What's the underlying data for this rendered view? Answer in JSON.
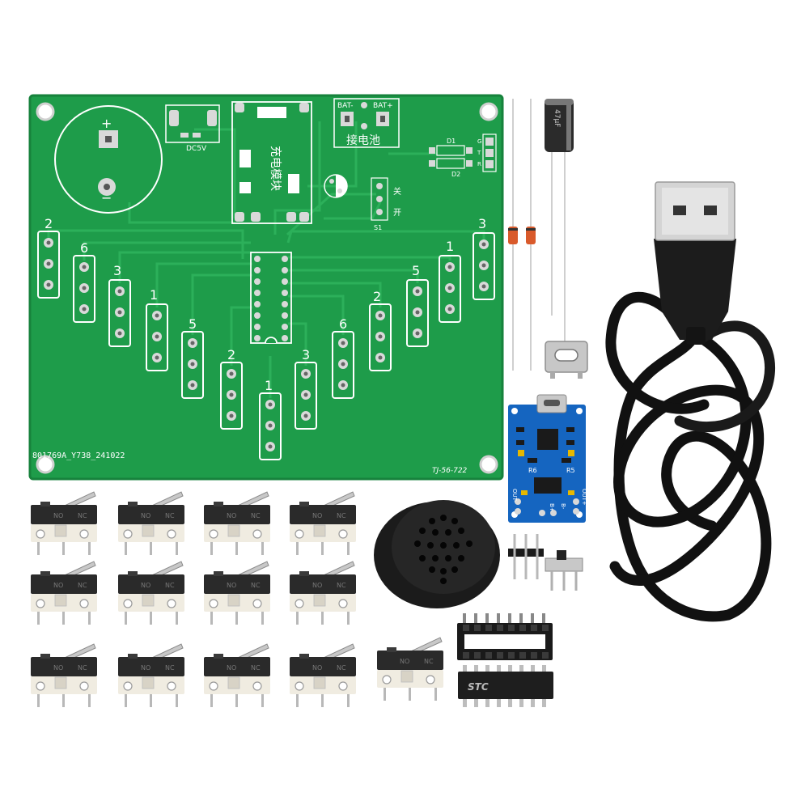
{
  "pcb": {
    "charge_module_label": "充电模块",
    "battery_label": "接电池",
    "bat_minus": "BAT-",
    "bat_plus": "BAT+",
    "dc5v": "DC5V",
    "d1": "D1",
    "d2": "D2",
    "g": "G",
    "t": "T",
    "r": "R",
    "off": "关",
    "on": "开",
    "s1": "S1",
    "plus": "+",
    "minus": "−",
    "serial": "801769A_Y738_241022",
    "model": "TJ-56-722",
    "keys": [
      "2",
      "6",
      "3",
      "1",
      "5",
      "2",
      "1",
      "3",
      "6",
      "2",
      "5",
      "1",
      "3"
    ]
  },
  "charger": {
    "r6": "R6",
    "r5": "R5",
    "out_minus": "OUT-",
    "out_plus": "OUT+",
    "b_plus": "B+",
    "b_minus": "B-"
  },
  "switch_labels": {
    "no": "NO",
    "nc": "NC"
  },
  "chip": {
    "brand": "STC"
  },
  "capacitor": {
    "text": "47μF"
  },
  "colors": {
    "pcb_green": "#1e9c4a",
    "silkscreen": "#ffffff",
    "charger_blue": "#1565c0",
    "cable_black": "#111111",
    "switch_body": "#2a2a2a"
  }
}
